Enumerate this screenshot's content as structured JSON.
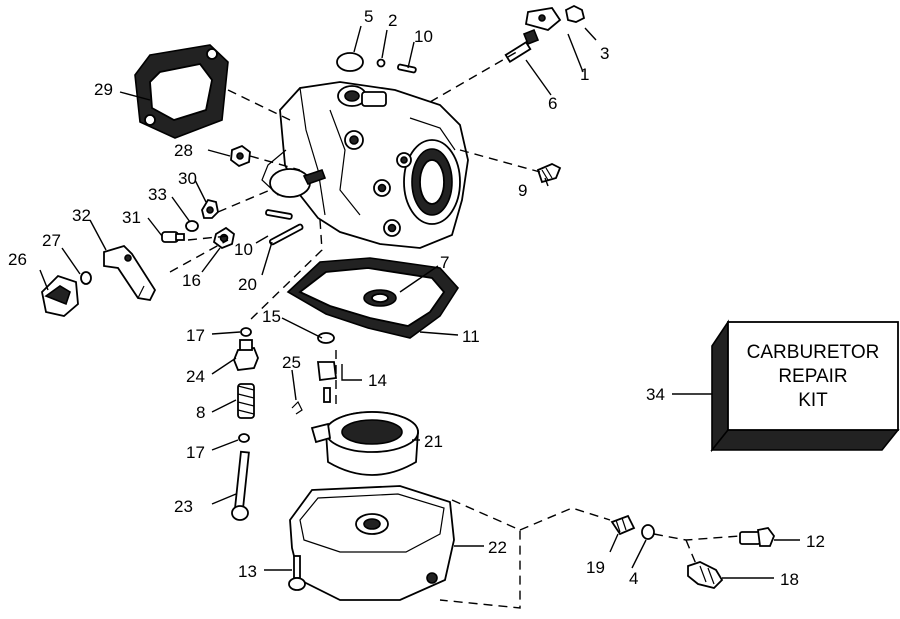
{
  "callouts": [
    {
      "id": "c1",
      "label": "1"
    },
    {
      "id": "c2",
      "label": "2"
    },
    {
      "id": "c3",
      "label": "3"
    },
    {
      "id": "c4",
      "label": "4"
    },
    {
      "id": "c5",
      "label": "5"
    },
    {
      "id": "c6",
      "label": "6"
    },
    {
      "id": "c7",
      "label": "7"
    },
    {
      "id": "c8",
      "label": "8"
    },
    {
      "id": "c9",
      "label": "9"
    },
    {
      "id": "c10a",
      "label": "10"
    },
    {
      "id": "c10b",
      "label": "10"
    },
    {
      "id": "c11",
      "label": "11"
    },
    {
      "id": "c12",
      "label": "12"
    },
    {
      "id": "c13",
      "label": "13"
    },
    {
      "id": "c14",
      "label": "14"
    },
    {
      "id": "c15",
      "label": "15"
    },
    {
      "id": "c16",
      "label": "16"
    },
    {
      "id": "c17a",
      "label": "17"
    },
    {
      "id": "c17b",
      "label": "17"
    },
    {
      "id": "c18",
      "label": "18"
    },
    {
      "id": "c19",
      "label": "19"
    },
    {
      "id": "c20",
      "label": "20"
    },
    {
      "id": "c21",
      "label": "21"
    },
    {
      "id": "c22",
      "label": "22"
    },
    {
      "id": "c23",
      "label": "23"
    },
    {
      "id": "c24",
      "label": "24"
    },
    {
      "id": "c25",
      "label": "25"
    },
    {
      "id": "c26",
      "label": "26"
    },
    {
      "id": "c27",
      "label": "27"
    },
    {
      "id": "c28",
      "label": "28"
    },
    {
      "id": "c29",
      "label": "29"
    },
    {
      "id": "c30",
      "label": "30"
    },
    {
      "id": "c31",
      "label": "31"
    },
    {
      "id": "c32",
      "label": "32"
    },
    {
      "id": "c33",
      "label": "33"
    },
    {
      "id": "c34",
      "label": "34"
    }
  ],
  "repair_kit": {
    "line1": "CARBURETOR",
    "line2": "REPAIR",
    "line3": "KIT"
  }
}
